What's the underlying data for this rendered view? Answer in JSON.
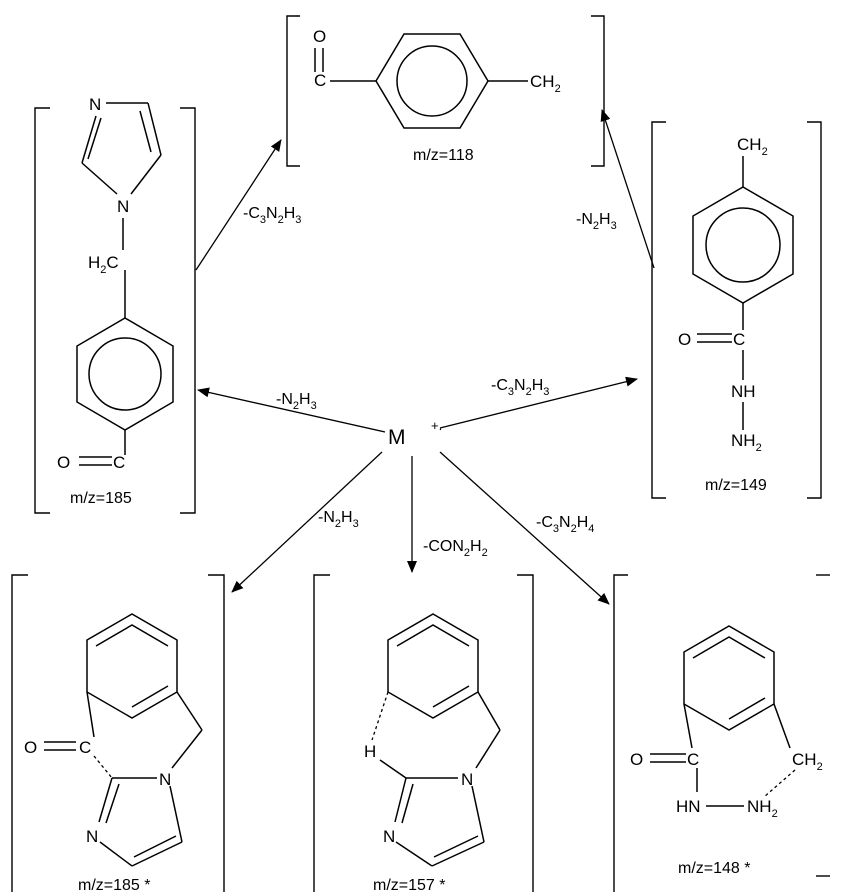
{
  "center": {
    "symbol": "M",
    "charge": "+."
  },
  "fragments": {
    "left": {
      "mz": "m/z=185",
      "atoms": {
        "n_top": "N",
        "n_ring": "N",
        "ch2": "H",
        "ch2_sub": "2",
        "ch2_c": "C",
        "o": "O",
        "c": "C"
      }
    },
    "top": {
      "mz": "m/z=118",
      "atoms": {
        "o": "O",
        "c": "C",
        "ch2": "CH",
        "ch2_sub": "2"
      }
    },
    "right": {
      "mz": "m/z=149",
      "atoms": {
        "ch2": "CH",
        "ch2_sub": "2",
        "o": "O",
        "c": "C",
        "nh": "NH",
        "nh2": "NH",
        "nh2_sub": "2"
      }
    },
    "bottom_left": {
      "mz": "m/z=185 *",
      "atoms": {
        "o": "O",
        "c": "C",
        "n_ring": "N",
        "n_bot": "N"
      }
    },
    "bottom_center": {
      "mz": "m/z=157 *",
      "atoms": {
        "h": "H",
        "n_ring": "N",
        "n_bot": "N"
      }
    },
    "bottom_right": {
      "mz": "m/z=148 *",
      "atoms": {
        "o": "O",
        "c": "C",
        "ch2": "CH",
        "ch2_sub": "2",
        "hn": "HN",
        "nh2": "NH",
        "nh2_sub": "2"
      }
    }
  },
  "losses": {
    "to_left": {
      "main": "-N",
      "s1": "2",
      "m1": "H",
      "s2": "3"
    },
    "to_right": {
      "main": "-C",
      "s1": "3",
      "m1": "N",
      "s2": "2",
      "m2": "H",
      "s3": "3"
    },
    "left_to_top": {
      "main": "-C",
      "s1": "3",
      "m1": "N",
      "s2": "2",
      "m2": "H",
      "s3": "3"
    },
    "right_to_top": {
      "main": "-N",
      "s1": "2",
      "m1": "H",
      "s2": "3"
    },
    "to_bottom_left": {
      "main": "-N",
      "s1": "2",
      "m1": "H",
      "s2": "3"
    },
    "to_bottom_center": {
      "main": "-CON",
      "s1": "2",
      "m1": "H",
      "s2": "2"
    },
    "to_bottom_right": {
      "main": "-C",
      "s1": "3",
      "m1": "N",
      "s2": "2",
      "m2": "H",
      "s3": "4"
    }
  }
}
